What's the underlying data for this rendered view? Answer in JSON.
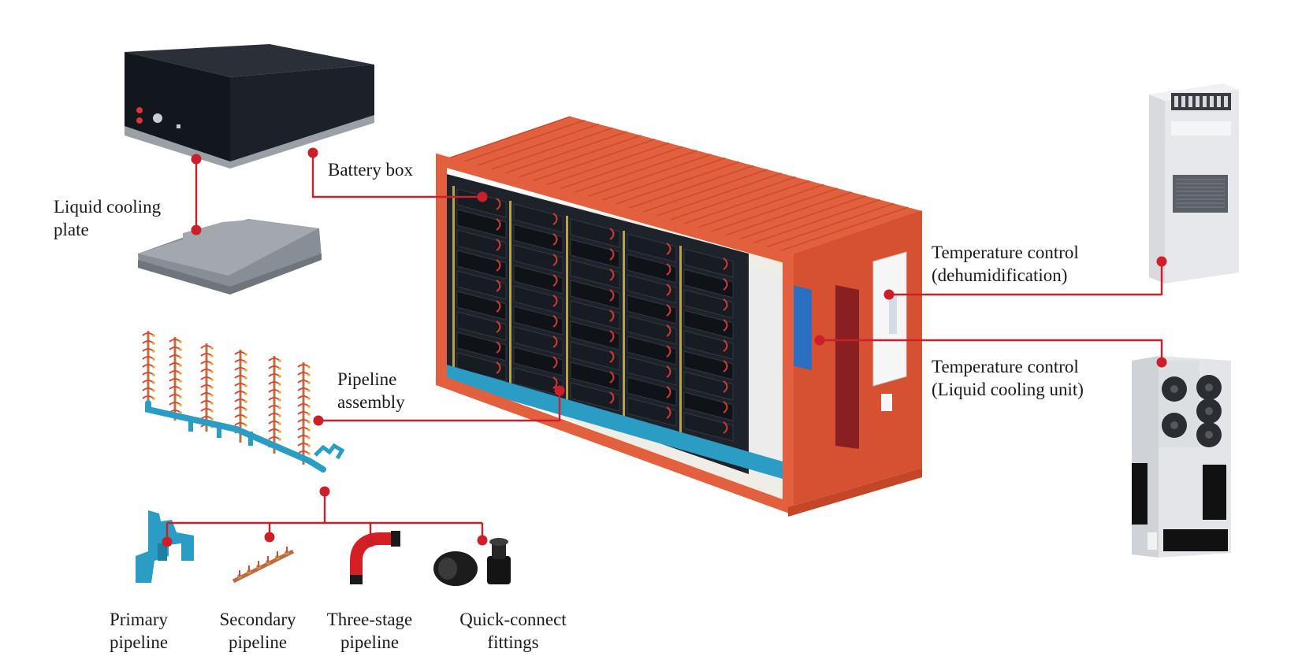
{
  "labels": {
    "battery_box": "Battery box",
    "liquid_cooling_plate": [
      "Liquid cooling",
      "plate"
    ],
    "pipeline_assembly": [
      "Pipeline",
      "assembly"
    ],
    "temp_control_dehumid": [
      "Temperature control",
      "(dehumidification)"
    ],
    "temp_control_liquid": [
      "Temperature control",
      "(Liquid cooling unit)"
    ],
    "primary_pipeline": [
      "Primary",
      "pipeline"
    ],
    "secondary_pipeline": [
      "Secondary",
      "pipeline"
    ],
    "three_stage_pipeline": [
      "Three-stage",
      "pipeline"
    ],
    "quick_connect": [
      "Quick-connect",
      "fittings"
    ]
  },
  "colors": {
    "leader_line": "#cc1f2a",
    "container_orange": "#e2603e",
    "battery_black": "#151920",
    "cooling_plate_gray": "#8f959d",
    "pipe_blue": "#2b9cc4",
    "cabinet_gray": "#e4e6e9"
  }
}
